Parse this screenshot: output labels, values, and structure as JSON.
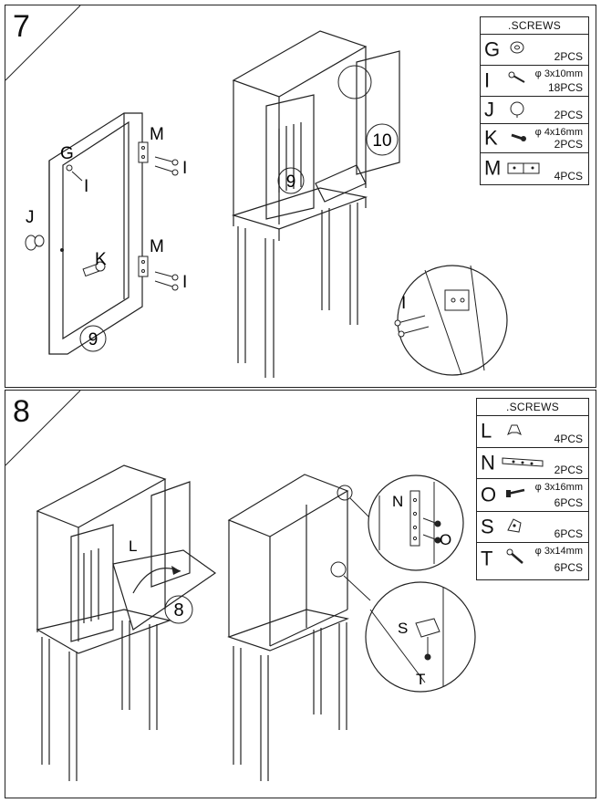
{
  "step7": {
    "number": "7",
    "screws": {
      "header": ".SCREWS",
      "rows": [
        {
          "letter": "G",
          "spec": "",
          "qty": "2PCS",
          "icon": "knob-base-icon"
        },
        {
          "letter": "I",
          "spec": "φ 3x10mm",
          "qty": "18PCS",
          "icon": "screw-icon"
        },
        {
          "letter": "J",
          "spec": "",
          "qty": "2PCS",
          "icon": "knob-icon"
        },
        {
          "letter": "K",
          "spec": "φ 4x16mm",
          "qty": "2PCS",
          "icon": "bolt-icon"
        },
        {
          "letter": "M",
          "spec": "",
          "qty": "4PCS",
          "icon": "hinge-icon"
        }
      ]
    },
    "callouts": {
      "g": "G",
      "i1": "I",
      "i2": "I",
      "i3": "I",
      "i4": "I",
      "j": "J",
      "k": "K",
      "m1": "M",
      "m2": "M",
      "part9a": "9",
      "part9b": "9",
      "part10": "10"
    }
  },
  "step8": {
    "number": "8",
    "screws": {
      "header": ".SCREWS",
      "rows": [
        {
          "letter": "L",
          "spec": "",
          "qty": "4PCS",
          "icon": "clip-icon"
        },
        {
          "letter": "N",
          "spec": "",
          "qty": "2PCS",
          "icon": "strap-icon"
        },
        {
          "letter": "O",
          "spec": "φ 3x16mm",
          "qty": "6PCS",
          "icon": "screw-icon"
        },
        {
          "letter": "S",
          "spec": "",
          "qty": "6PCS",
          "icon": "bracket-icon"
        },
        {
          "letter": "T",
          "spec": "φ 3x14mm",
          "qty": "6PCS",
          "icon": "screw-icon"
        }
      ]
    },
    "callouts": {
      "l": "L",
      "part8": "8",
      "n": "N",
      "o": "O",
      "s": "S",
      "t": "T"
    }
  }
}
